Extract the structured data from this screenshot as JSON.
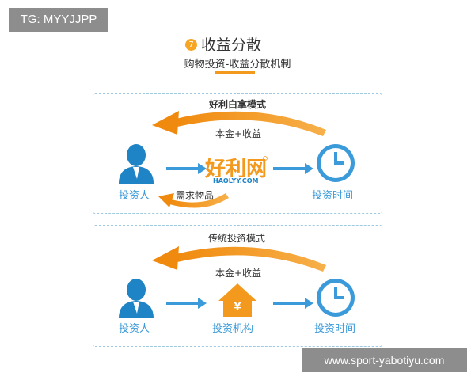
{
  "watermark_top": "TG: MYYJJPP",
  "watermark_bottom": "www.sport-yabotiyu.com",
  "header": {
    "badge": "7",
    "title": "收益分散",
    "subtitle": "购物投资-收益分散机制"
  },
  "panel1": {
    "heading": "好利白拿模式",
    "arrow_top_label": "本金+收益",
    "arrow_bottom_label": "需求物品",
    "investor_label": "投资人",
    "logo_cn": "好利网",
    "logo_en": "HAOLYY.COM",
    "clock_label": "投资时间"
  },
  "panel2": {
    "heading": "传统投资模式",
    "arrow_top_label": "本金+收益",
    "investor_label": "投资人",
    "institution_label": "投资机构",
    "clock_label": "投资时间"
  },
  "colors": {
    "orange": "#f39a1e",
    "blue": "#3b9ad9",
    "panel_border": "#9ec9df"
  }
}
